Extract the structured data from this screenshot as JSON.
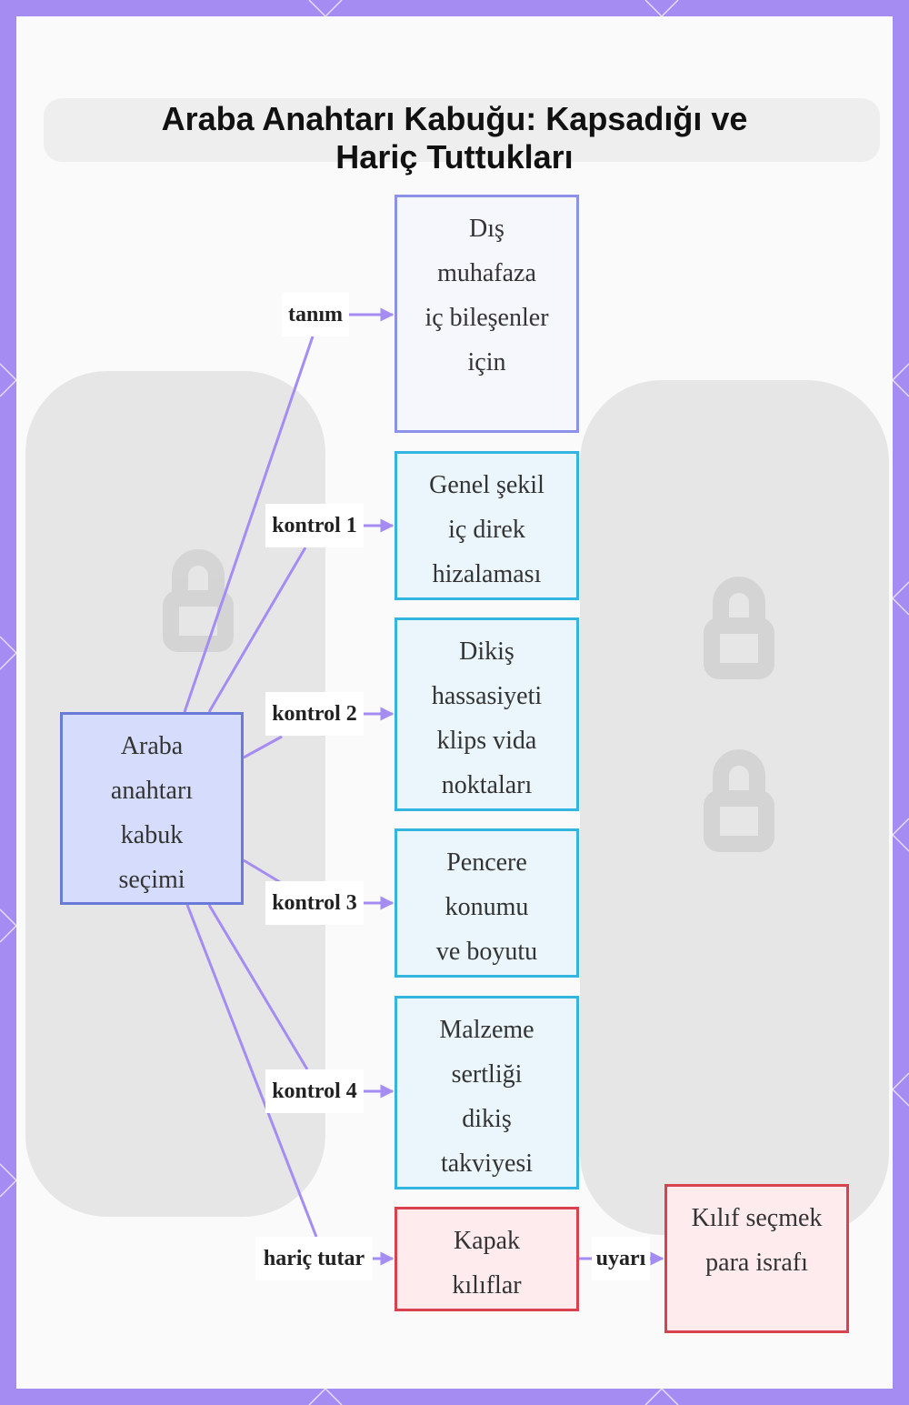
{
  "title": {
    "line1": "Araba Anahtarı Kabuğu: Kapsadığı ve",
    "line2": "Hariç Tuttukları"
  },
  "colors": {
    "frame": "#a58cf2",
    "edge": "#a58cf2",
    "root_fill": "#d6dcfb",
    "root_border": "#6a7ad8",
    "check_fill": "#eaf6fc",
    "check_border": "#34b5e0",
    "exclude_fill": "#fdebee",
    "exclude_border": "#d9414f"
  },
  "nodes": {
    "root": {
      "lines": [
        "Araba",
        "anahtarı",
        "kabuk",
        "seçimi"
      ]
    },
    "definition": {
      "lines": [
        "Dış",
        "muhafaza",
        "iç bileşenler",
        "için"
      ]
    },
    "check1": {
      "lines": [
        "Genel şekil",
        "iç direk",
        "hizalaması"
      ]
    },
    "check2": {
      "lines": [
        "Dikiş",
        "hassasiyeti",
        "klips vida",
        "noktaları"
      ]
    },
    "check3": {
      "lines": [
        "Pencere",
        "konumu",
        "ve boyutu"
      ]
    },
    "check4": {
      "lines": [
        "Malzeme",
        "sertliği",
        "dikiş",
        "takviyesi"
      ]
    },
    "exclude": {
      "lines": [
        "Kapak",
        "kılıflar"
      ]
    },
    "warning": {
      "lines": [
        "Kılıf seçmek",
        "para israfı"
      ]
    }
  },
  "edges": {
    "definition": "tanım",
    "check1": "kontrol 1",
    "check2": "kontrol 2",
    "check3": "kontrol 3",
    "check4": "kontrol 4",
    "exclude": "hariç tutar",
    "warning": "uyarı"
  }
}
